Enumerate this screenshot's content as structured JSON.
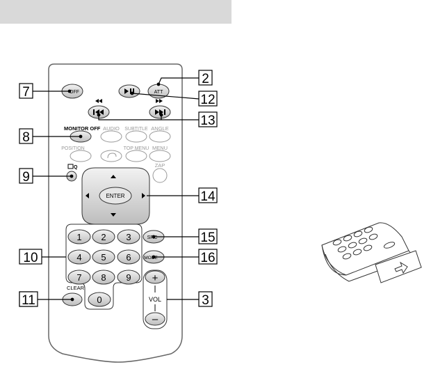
{
  "callouts": {
    "c2": "2",
    "c3": "3",
    "c7": "7",
    "c8": "8",
    "c9": "9",
    "c10": "10",
    "c11": "11",
    "c12": "12",
    "c13": "13",
    "c14": "14",
    "c15": "15",
    "c16": "16"
  },
  "buttons": {
    "off": "OFF",
    "att": "ATT",
    "monitor_off": "MONITOR OFF",
    "audio": "AUDIO",
    "subtitle": "SUBTITLE",
    "angle": "ANGLE",
    "position": "POSITION",
    "top_menu": "TOP MENU",
    "menu": "MENU",
    "zap": "ZAP",
    "enter": "ENTER",
    "src": "SRC",
    "mode": "MODE",
    "clear": "CLEAR",
    "vol": "VOL",
    "vol_plus": "+",
    "vol_minus": "–",
    "num_1": "1",
    "num_2": "2",
    "num_3": "3",
    "num_4": "4",
    "num_5": "5",
    "num_6": "6",
    "num_7": "7",
    "num_8": "8",
    "num_9": "9",
    "num_0": "0"
  },
  "icons": {
    "play_pause": "play-pause-icon",
    "prev": "previous-track-icon",
    "next": "next-track-icon",
    "rewind": "rewind-icon",
    "fast_forward": "fast-forward-icon",
    "eq": "eq-icon",
    "return": "return-icon"
  }
}
